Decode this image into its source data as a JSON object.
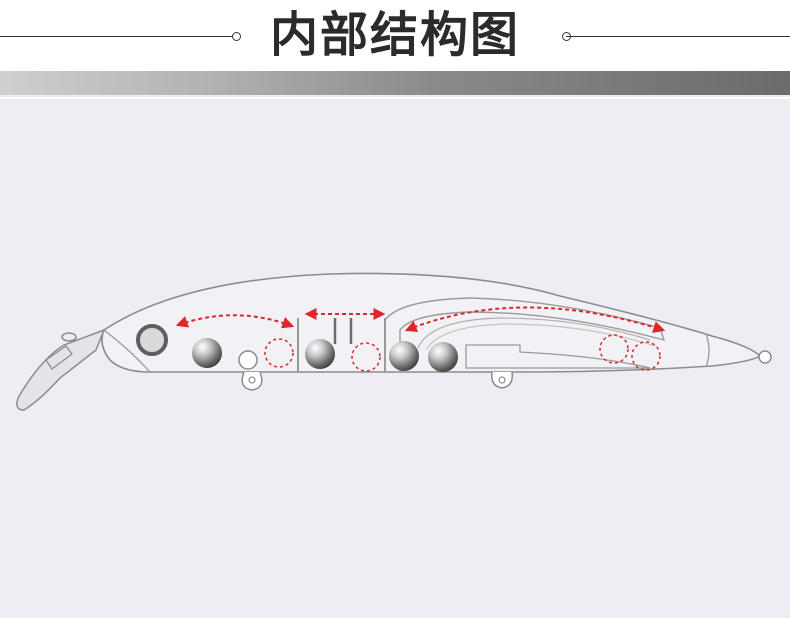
{
  "header": {
    "title": "内部结构图"
  },
  "diagram": {
    "subject": "fishing-lure-internal-structure",
    "arrow_color": "#e0262a",
    "ball_count": 4,
    "ghost_ball_count": 4
  }
}
